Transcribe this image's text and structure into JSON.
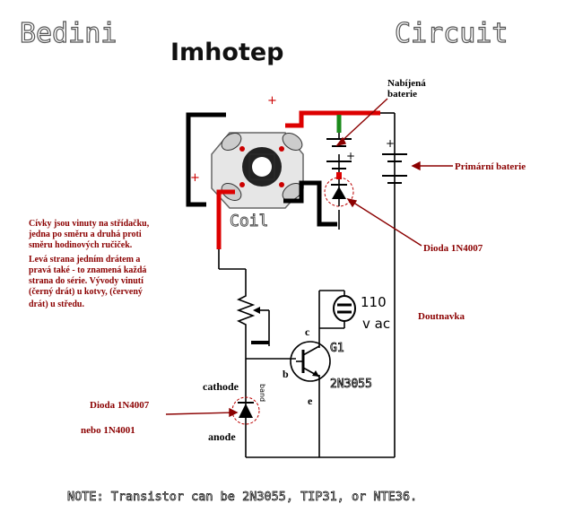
{
  "header": {
    "left_title": "Bedini",
    "center_title": "Imhotep",
    "right_title": "Circuit"
  },
  "labels": {
    "charged_battery_line1": "Nabíjená",
    "charged_battery_line2": "baterie",
    "primary_battery": "Primární baterie",
    "diode_top": "Dioda 1N4007",
    "coil": "Coil",
    "neon_110": "110",
    "neon_vac": "v ac",
    "neon_name": "Doutnavka",
    "transistor_name": "G1",
    "transistor_model": "2N3055",
    "pin_c": "c",
    "pin_b": "b",
    "pin_e": "e",
    "cathode": "cathode",
    "anode": "anode",
    "diode_bottom": "Dioda 1N4007",
    "diode_bottom_alt": "nebo 1N4001",
    "diode_band": "band",
    "plus_top": "+",
    "plus_left": "+",
    "plus_battery": "+",
    "plus_primary": "+"
  },
  "note_lines": [
    "Cívky jsou vinuty na střídačku,",
    "jedna po směru a druhá proti",
    "směru hodinových ručiček.",
    "Levá strana jedním drátem a",
    "pravá také - to znamená každá",
    "strana do série. Vývody vinutí",
    "(černý drát) u kotvy, (červený",
    "drát) u středu."
  ],
  "footer_note": "NOTE: Transistor can be 2N3055, TIP31, or NTE36.",
  "colors": {
    "red_wire": "#dd0000",
    "black_wire": "#000000",
    "green_wire": "#1a8a1a",
    "label_dark_red": "#8b0000",
    "title_gray": "#555555"
  }
}
